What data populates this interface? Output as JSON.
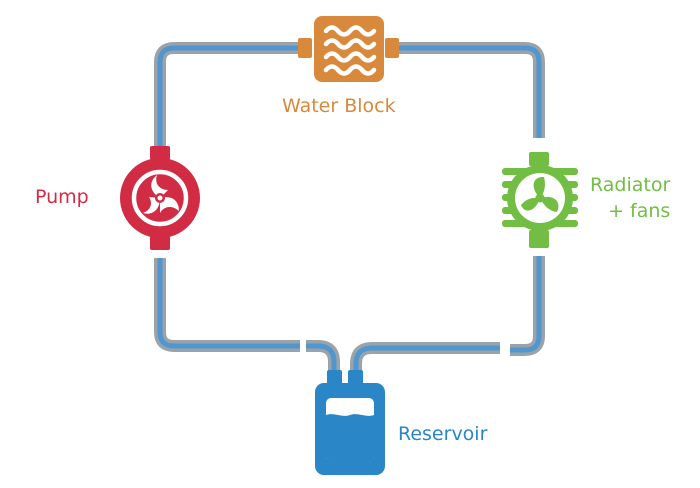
{
  "components": {
    "water_block": {
      "label": "Water Block",
      "icon": "water-block-icon",
      "color": "#D9893B"
    },
    "pump": {
      "label": "Pump",
      "icon": "pump-icon",
      "color": "#D22C45"
    },
    "radiator": {
      "label_line1": "Radiator",
      "label_line2": "+ fans",
      "icon": "radiator-fan-icon",
      "color": "#72BE44"
    },
    "reservoir": {
      "label": "Reservoir",
      "icon": "reservoir-icon",
      "color": "#2A86C6"
    }
  },
  "tubing": {
    "outer_color": "#9AA2AA",
    "inner_color": "#4F97CE"
  },
  "flow_order": [
    "Pump",
    "Water Block",
    "Radiator + fans",
    "Reservoir"
  ]
}
